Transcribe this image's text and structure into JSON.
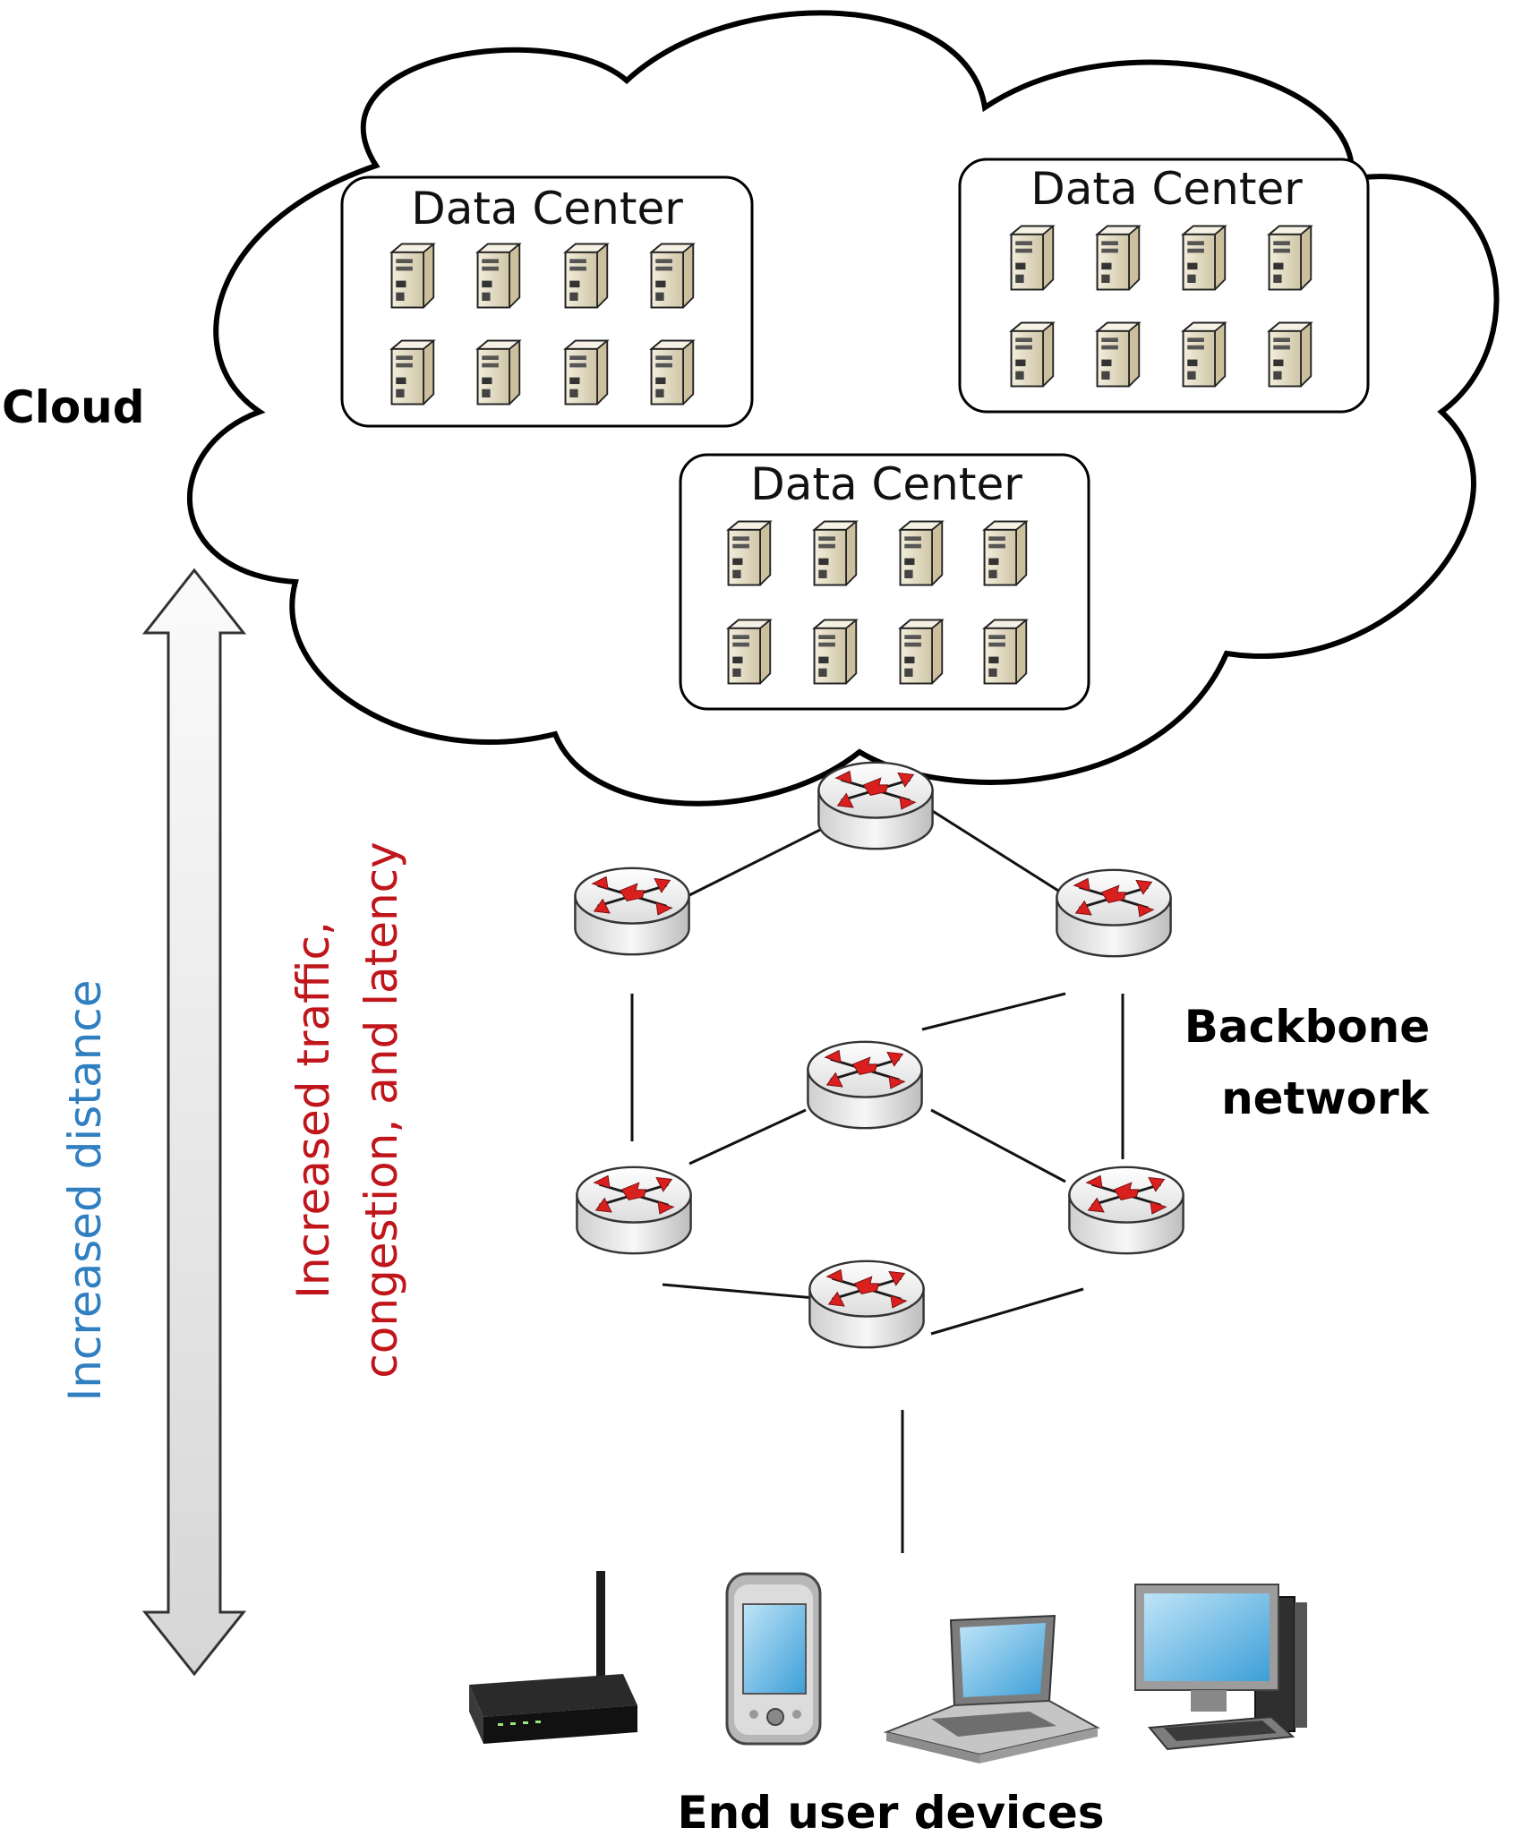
{
  "labels": {
    "cloud": "Cloud",
    "backbone_line1": "Backbone",
    "backbone_line2": "network",
    "end_user_devices": "End user devices",
    "increased_distance": "Increased distance",
    "traffic_line1": "Increased traffic,",
    "traffic_line2": "congestion, and latency"
  },
  "data_centers": [
    {
      "title": "Data Center",
      "server_count": 8
    },
    {
      "title": "Data Center",
      "server_count": 8
    },
    {
      "title": "Data Center",
      "server_count": 8
    }
  ],
  "router_count": 7,
  "end_devices": [
    {
      "icon": "wireless-router-icon"
    },
    {
      "icon": "pda-phone-icon"
    },
    {
      "icon": "laptop-icon"
    },
    {
      "icon": "desktop-computer-icon"
    }
  ],
  "colors": {
    "distance_text": "#2f7fc1",
    "traffic_text": "#c0161b",
    "router_arrows": "#d9201f",
    "server_body": "#e8e0c8"
  }
}
